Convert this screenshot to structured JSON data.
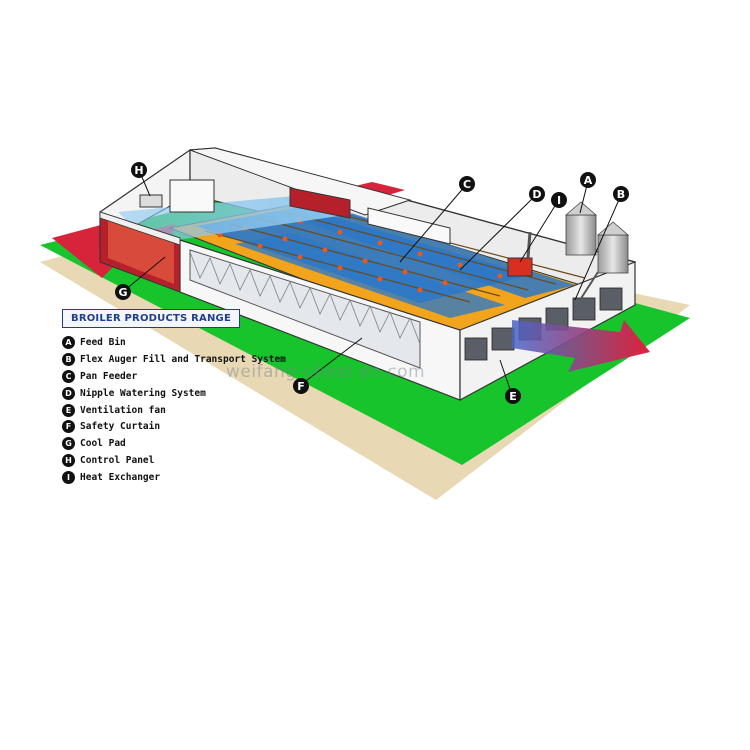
{
  "legend": {
    "title": "BROILER PRODUCTS RANGE",
    "items": [
      {
        "letter": "A",
        "label": "Feed Bin"
      },
      {
        "letter": "B",
        "label": "Flex Auger Fill and Transport System"
      },
      {
        "letter": "C",
        "label": "Pan Feeder"
      },
      {
        "letter": "D",
        "label": "Nipple Watering System"
      },
      {
        "letter": "E",
        "label": "Ventilation fan"
      },
      {
        "letter": "F",
        "label": "Safety Curtain"
      },
      {
        "letter": "G",
        "label": "Cool Pad"
      },
      {
        "letter": "H",
        "label": "Control Panel"
      },
      {
        "letter": "I",
        "label": "Heat Exchanger"
      }
    ]
  },
  "callouts": {
    "a": "A",
    "b": "B",
    "c": "C",
    "d": "D",
    "e": "E",
    "f": "F",
    "g": "G",
    "h": "H",
    "i": "I"
  },
  "watermark": "weifang-ubest.en.com",
  "colors": {
    "ground": "#e8d8b4",
    "grass": "#17c42c",
    "floor": "#f2a51c",
    "lane": "#2c78c8",
    "airflow": "#d8243a",
    "callout": "#111111"
  }
}
